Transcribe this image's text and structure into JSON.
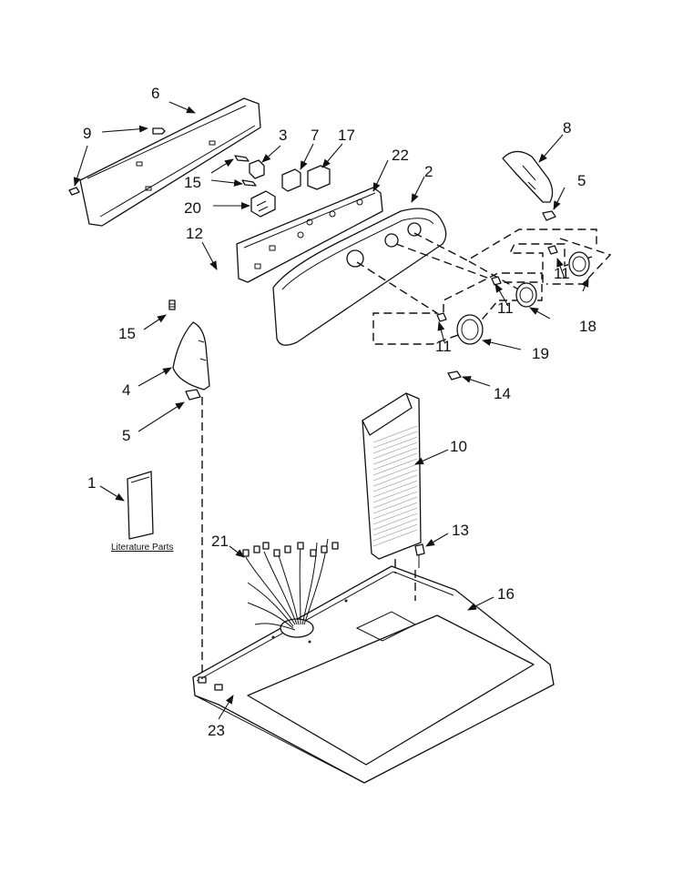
{
  "diagram": {
    "literature_label": "Literature Parts",
    "callouts": {
      "c1": "1",
      "c2": "2",
      "c3": "3",
      "c4": "4",
      "c5a": "5",
      "c5b": "5",
      "c6": "6",
      "c7": "7",
      "c8": "8",
      "c9": "9",
      "c10": "10",
      "c11a": "11",
      "c11b": "11",
      "c11c": "11",
      "c12": "12",
      "c13": "13",
      "c14": "14",
      "c15a": "15",
      "c15b": "15",
      "c16": "16",
      "c17": "17",
      "c18": "18",
      "c19": "19",
      "c20": "20",
      "c21": "21",
      "c22": "22",
      "c23": "23"
    }
  }
}
